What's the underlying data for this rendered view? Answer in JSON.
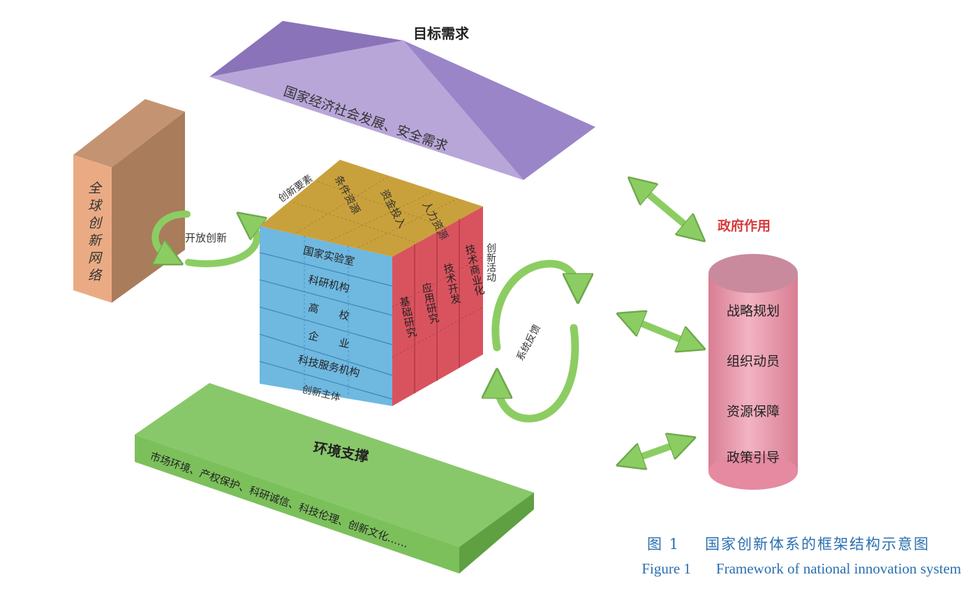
{
  "goal": {
    "title": "目标需求",
    "subtitle": "国家经济社会发展、安全需求",
    "color": "#9b86c4"
  },
  "global_network": {
    "label": "全球创新网络",
    "chars": [
      "全",
      "球",
      "创",
      "新",
      "网",
      "络"
    ],
    "color": "#e8a77f"
  },
  "open_innovation": {
    "label": "开放创新"
  },
  "cube": {
    "top_axis_label": "创新要素",
    "top_cells": [
      "条件资源",
      "资金投入",
      "人力资源"
    ],
    "front_axis_label": "创新主体",
    "front_rows": [
      "国家实验室",
      "科研机构",
      "高　　校",
      "企　　业",
      "科技服务机构"
    ],
    "right_axis_label": "创新活动",
    "right_cols": [
      "基础研究",
      "应用研究",
      "技术开发",
      "技术商业化"
    ],
    "colors": {
      "top": "#c9a13c",
      "front": "#6fb8e0",
      "right": "#d9535e"
    }
  },
  "feedback": {
    "label": "系统反馈"
  },
  "environment": {
    "title": "环境支撑",
    "subtitle": "市场环境、产权保护、科研诚信、科技伦理、创新文化……",
    "color": "#7cc05c"
  },
  "government": {
    "title": "政府作用",
    "items": [
      "战略规划",
      "组织动员",
      "资源保障",
      "政策引导"
    ],
    "title_color": "#d63a3a",
    "cylinder_color": "#e99aac"
  },
  "caption": {
    "cn_num": "图 1",
    "cn_title": "国家创新体系的框架结构示意图",
    "en_num": "Figure 1",
    "en_title": "Framework of national innovation system"
  },
  "arrow_color": "#8ccd63"
}
